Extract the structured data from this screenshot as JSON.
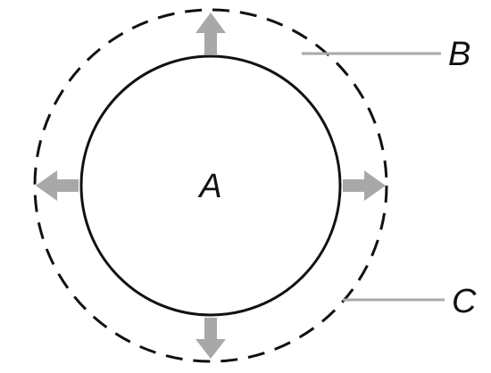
{
  "diagram": {
    "center_label": "A",
    "outer_label_top": "B",
    "outer_label_bottom": "C"
  },
  "colors": {
    "stroke": "#111111",
    "arrow": "#a8a8a8",
    "leader": "#aaaaaa",
    "text": "#111111"
  },
  "icons": {
    "arrow_up": "arrow-up-icon",
    "arrow_down": "arrow-down-icon",
    "arrow_left": "arrow-left-icon",
    "arrow_right": "arrow-right-icon"
  }
}
